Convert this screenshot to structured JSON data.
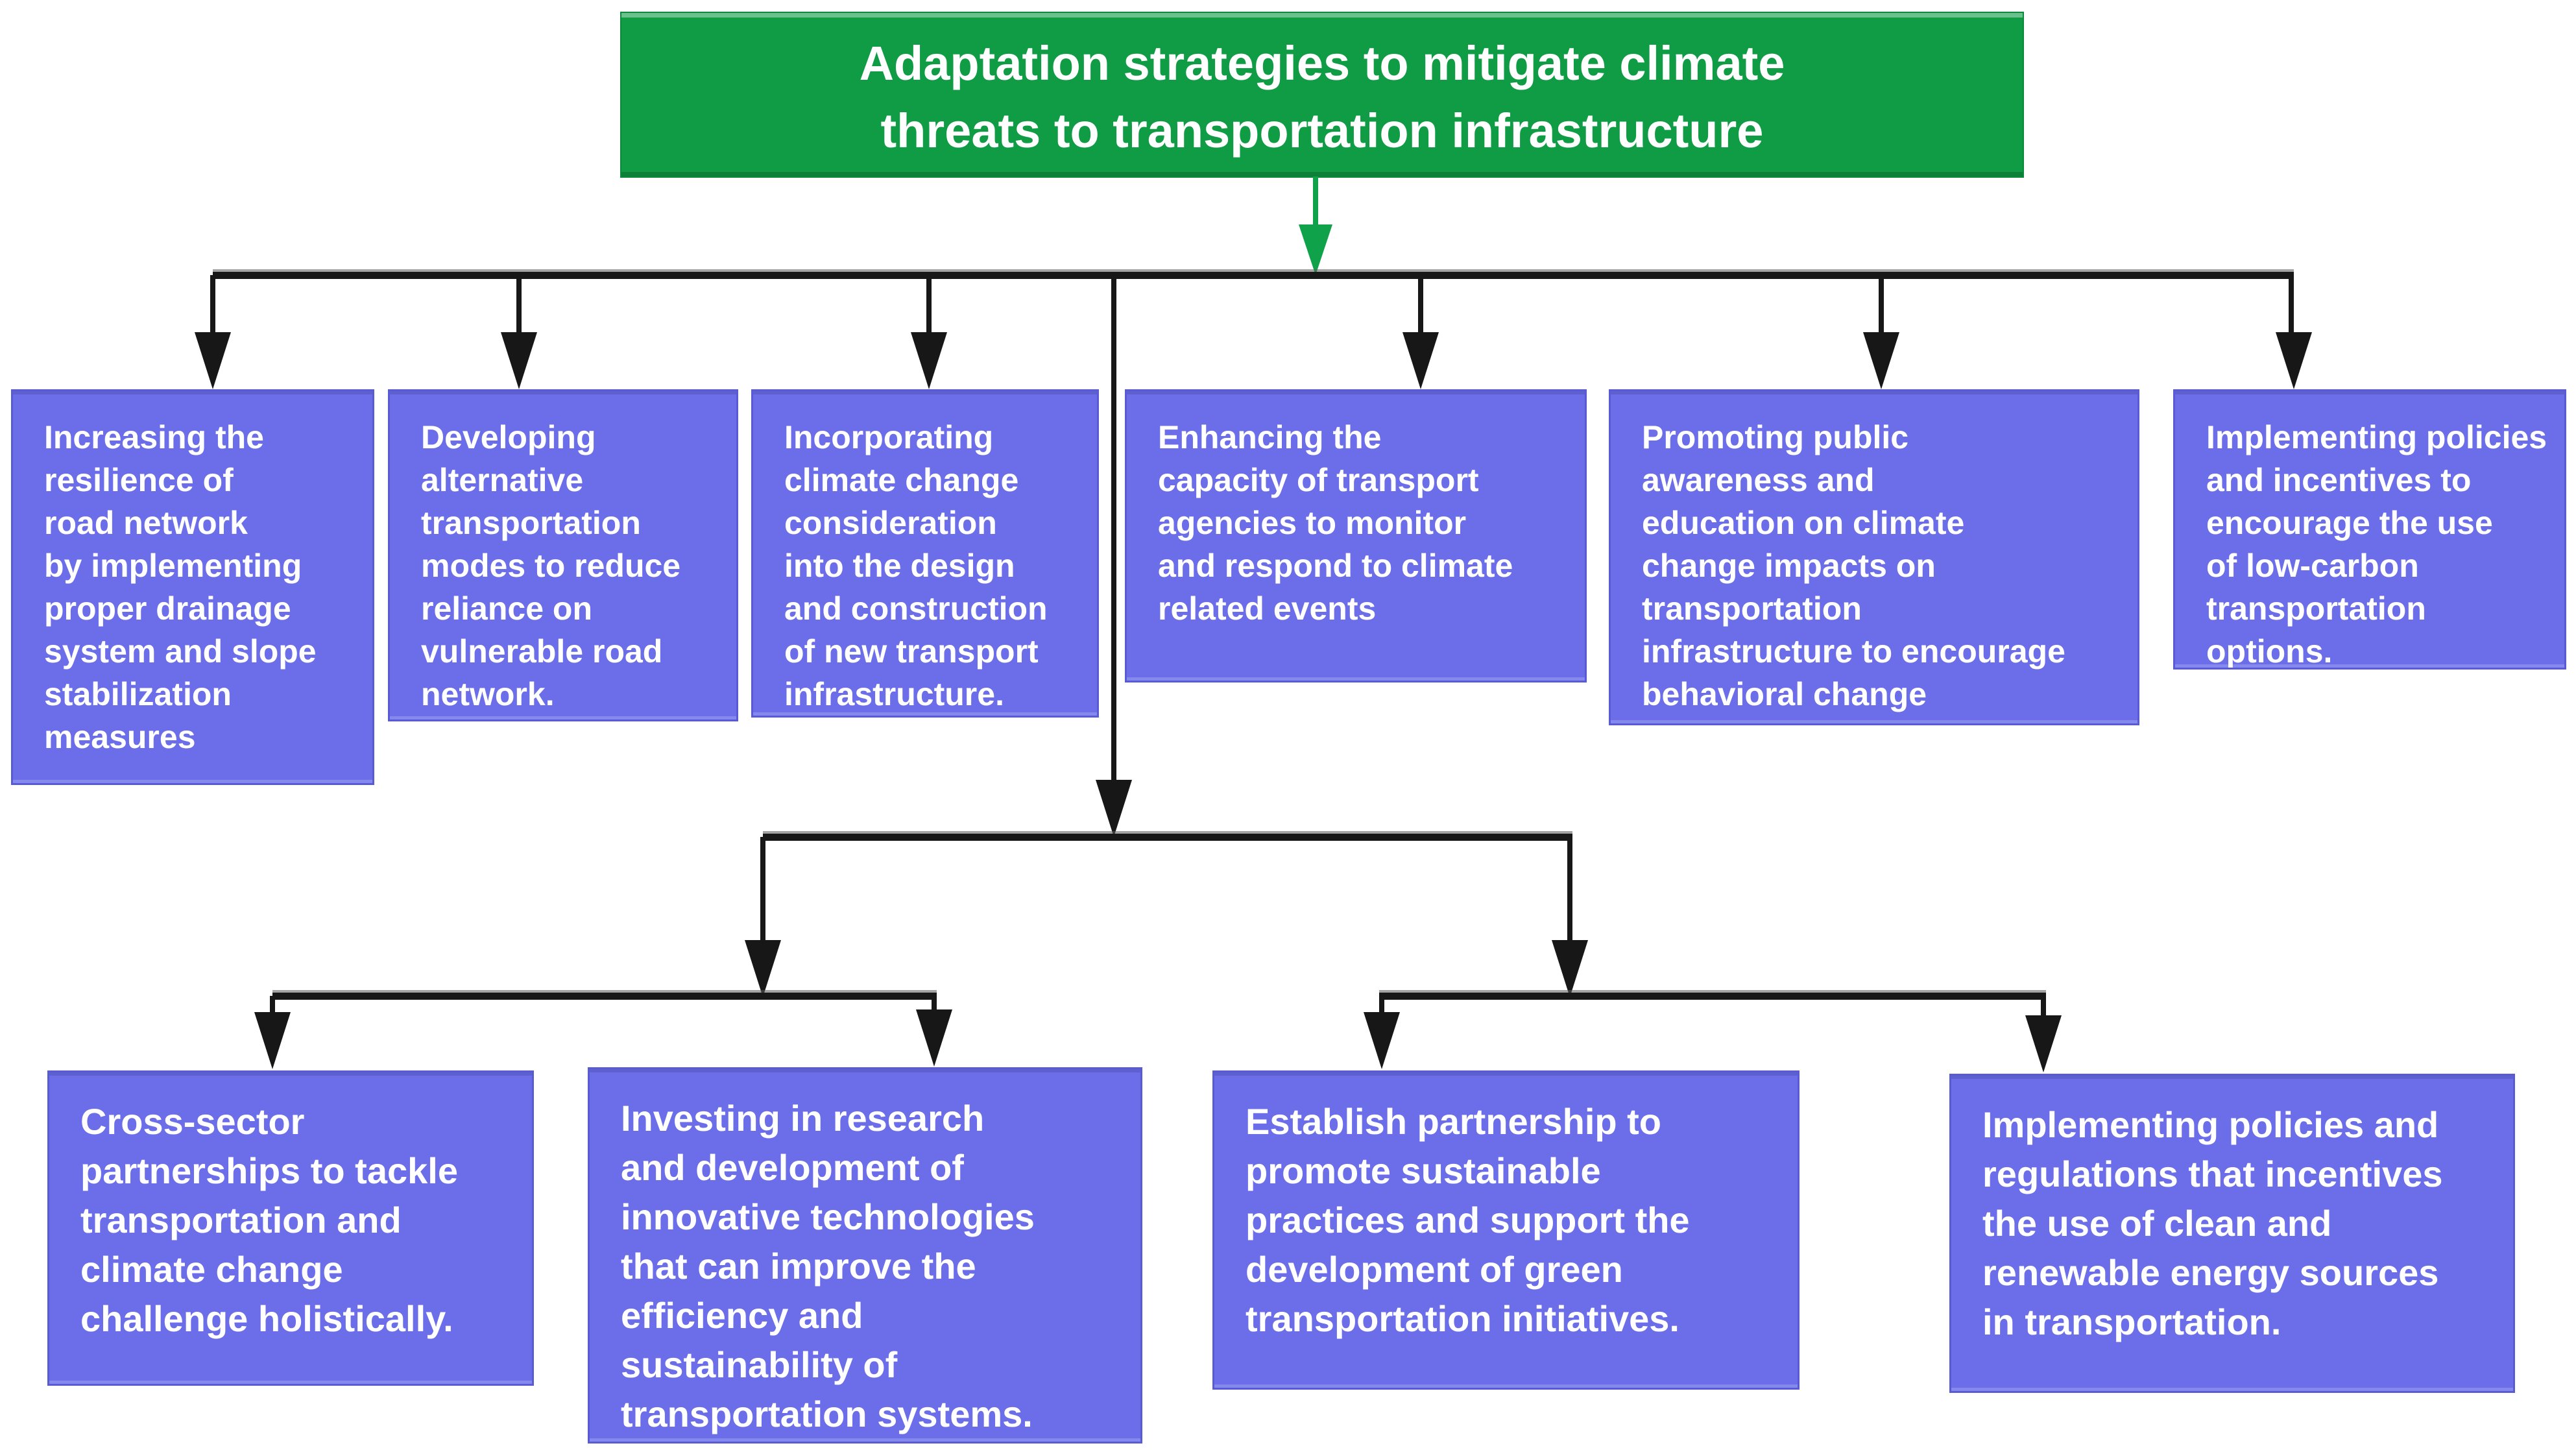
{
  "root": {
    "title": "Adaptation strategies to mitigate climate\nthreats to transportation infrastructure"
  },
  "strategies": [
    "Increasing the\nresilience of\nroad network\nby implementing\nproper drainage\nsystem and slope\nstabilization\nmeasures",
    "Developing\nalternative\ntransportation\nmodes to reduce\nreliance on\nvulnerable road\nnetwork.",
    "Incorporating\nclimate change\nconsideration\ninto the design\nand construction\nof new transport\ninfrastructure.",
    "Enhancing the\ncapacity of transport\nagencies to monitor\nand respond to climate\nrelated events",
    "Promoting public\nawareness and\neducation on climate\nchange impacts on\ntransportation\ninfrastructure to encourage\nbehavioral change",
    "Implementing policies\nand incentives to\nencourage the use\nof low-carbon\ntransportation\noptions."
  ],
  "partnership_strategies": [
    "Cross-sector\npartnerships to tackle\ntransportation and\nclimate change\nchallenge holistically.",
    "Investing in research\nand development of\ninnovative technologies\nthat can improve the\nefficiency and\nsustainability of\ntransportation systems.",
    "Establish partnership to\npromote sustainable\npractices and support the\ndevelopment of green\ntransportation initiatives.",
    "Implementing policies and\nregulations that incentives\nthe use of clean and\nrenewable energy sources\nin transportation."
  ],
  "colors": {
    "root_fill": "#0f9c45",
    "node_fill": "#6b6ee8",
    "node_border": "#585bd2",
    "connector": "#171717",
    "root_arrow": "#10a14b",
    "text": "#ffffff"
  }
}
